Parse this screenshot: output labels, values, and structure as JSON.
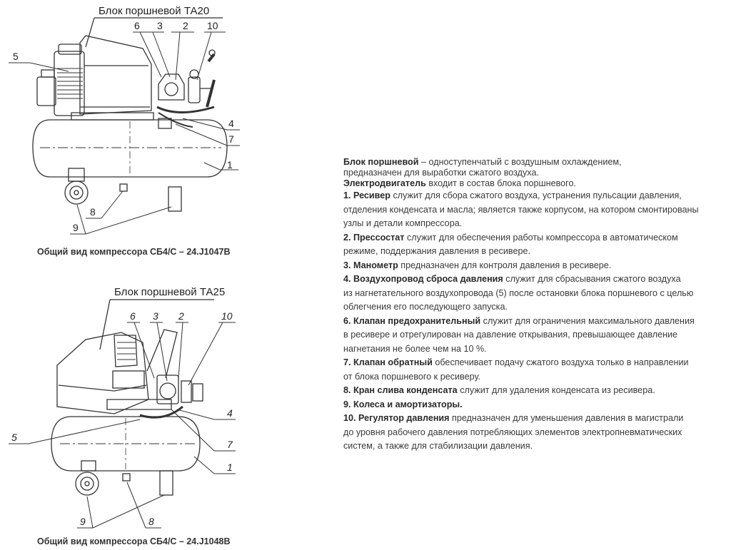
{
  "diagram1": {
    "title": "Блок поршневой ТА20",
    "callouts": [
      "6",
      "3",
      "2",
      "10",
      "5",
      "4",
      "7",
      "1",
      "8",
      "9"
    ],
    "caption": "Общий вид компрессора СБ4/С – 24.J1047В"
  },
  "diagram2": {
    "title": "Блок поршневой ТА25",
    "callouts": [
      "6",
      "3",
      "2",
      "10",
      "4",
      "5",
      "7",
      "1",
      "9",
      "8"
    ],
    "caption": "Общий вид компрессора СБ4/С – 24.J1048В"
  },
  "legend": {
    "piston": {
      "bold": "Блок поршневой",
      "l1": " – одноступенчатый с воздушным охлаждением,",
      "l2": "предназначен для выработки сжатого воздуха."
    },
    "motor": {
      "bold": "Электродвигатель",
      "text": " входит в состав блока поршневого."
    },
    "items": [
      {
        "bold": "1. Ресивер",
        "lines": [
          " служит для сбора сжатого воздуха, устранения пульсации давления,",
          "отделения конденсата и масла; является также корпусом, на котором смонтированы",
          "узлы и детали компрессора."
        ]
      },
      {
        "bold": "2. Прессостат",
        "lines": [
          " служит для обеспечения работы компрессора в автоматическом",
          "режиме, поддержания давления в ресивере."
        ]
      },
      {
        "bold": "3. Манометр",
        "lines": [
          " предназначен для контроля давления в ресивере."
        ]
      },
      {
        "bold": "4. Воздухопровод сброса давления",
        "lines": [
          " служит для сбрасывания сжатого воздуха",
          "из нагнетательного воздухопровода (5) после остановки блока поршневого с целью",
          "облегчения его последующего запуска."
        ]
      },
      {
        "bold": "6. Клапан предохранительный",
        "lines": [
          " служит для ограничения максимального давления",
          "в ресивере и отрегулирован на давление открывания, превышающее давление",
          "нагнетания не более чем на 10 %."
        ]
      },
      {
        "bold": "7. Клапан обратный",
        "lines": [
          " обеспечивает подачу сжатого воздуха только в направлении",
          "от блока поршневого к ресиверу."
        ]
      },
      {
        "bold": "8. Кран слива конденсата",
        "lines": [
          " служит для удаления конденсата из ресивера."
        ]
      },
      {
        "bold": "9. Колеса и амортизаторы.",
        "lines": [
          ""
        ]
      },
      {
        "bold": "10. Регулятор давления",
        "lines": [
          " предназначен для уменьшения давления в магистрали",
          "до уровня рабочего давления потребляющих элементов электропневматических",
          "систем, а также для стабилизации давления."
        ]
      }
    ]
  }
}
